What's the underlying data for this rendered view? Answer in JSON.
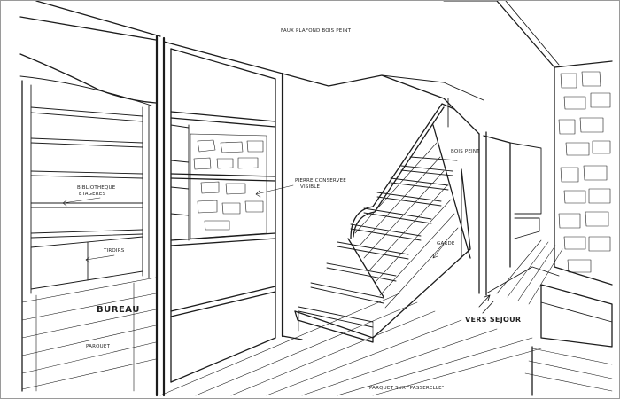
{
  "labels": {
    "ceiling_note": "FAUX PLAFOND BOIS PEINT",
    "shelving_note_line1": "BIBLIOTHEQUE",
    "shelving_note_line2": "ETAGERES",
    "drawers_note": "TIROIRS",
    "stone_wall_note_line1": "PIERRE CONSERVEE",
    "stone_wall_note_line2": "VISIBLE",
    "stair_note": "BOIS PEINT",
    "rail_note": "GARDE",
    "room_name": "BUREAU",
    "floor_left_note": "PARQUET",
    "direction_note": "VERS SEJOUR",
    "floor_bottom_note": "PARQUET SUR \"PASSERELLE\""
  }
}
